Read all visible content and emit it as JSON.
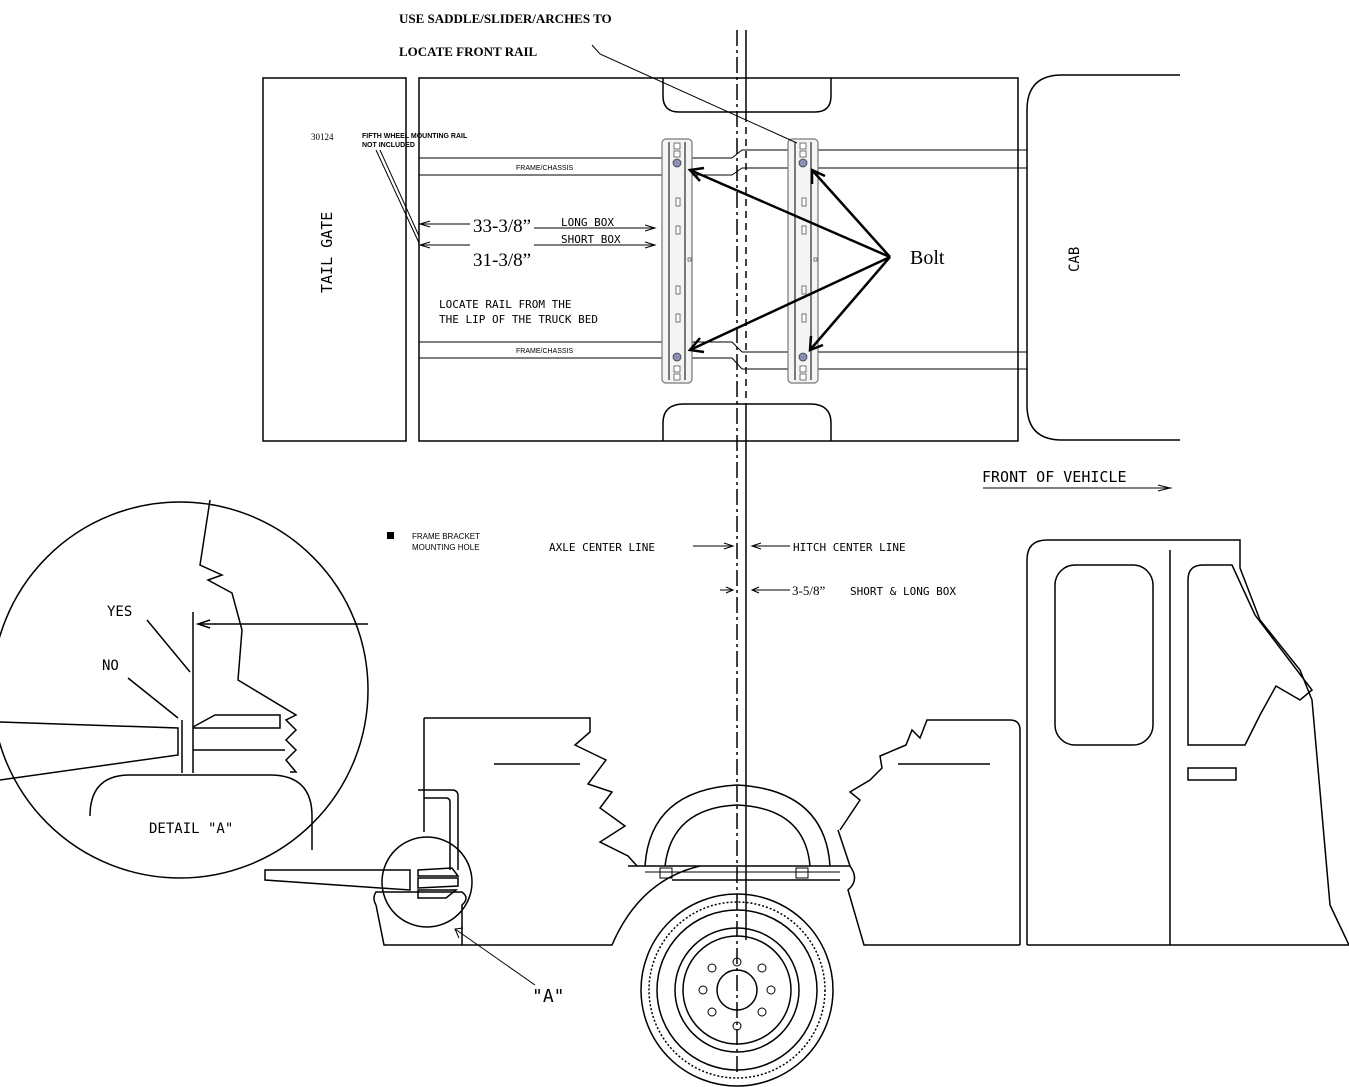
{
  "labels": {
    "saddle_line1": "USE SADDLE/SLIDER/ARCHES TO",
    "saddle_line2": "LOCATE FRONT RAIL",
    "part_number": "30124",
    "rail_note_line1": "FIFTH WHEEL MOUNTING RAIL",
    "rail_note_line2": "NOT INCLUDED",
    "frame_chassis": "FRAME/CHASSIS",
    "tail_gate": "TAIL GATE",
    "cab": "CAB",
    "long_box_dim": "33-3/8”",
    "long_box": "LONG BOX",
    "short_box_dim": "31-3/8”",
    "short_box": "SHORT BOX",
    "locate_line1": "LOCATE RAIL FROM THE",
    "locate_line2": "THE LIP OF THE TRUCK BED",
    "bolt": "Bolt",
    "front_of_vehicle": "FRONT OF VEHICLE",
    "frame_bracket_line1": "FRAME BRACKET",
    "frame_bracket_line2": "MOUNTING HOLE",
    "axle_center_line": "AXLE CENTER LINE",
    "hitch_center_line": "HITCH CENTER LINE",
    "offset_dim": "3-5/8”",
    "offset_note": "SHORT & LONG BOX",
    "yes": "YES",
    "no": "NO",
    "detail_a": "DETAIL \"A\"",
    "callout_a": "\"A\""
  }
}
